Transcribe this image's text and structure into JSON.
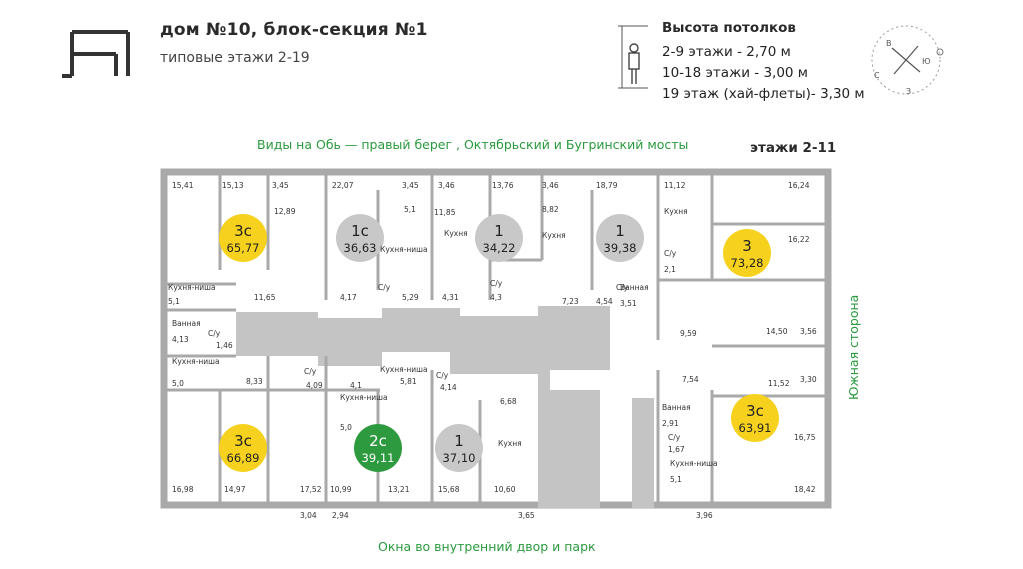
{
  "header": {
    "title": "дом №10, блок-секция №1",
    "subtitle": "типовые этажи 2-19"
  },
  "ceiling": {
    "title": "Высота потолков",
    "lines": [
      "2-9 этажи - 2,70 м",
      "10-18 этажи - 3,00 м",
      "19 этаж (хай-флеты)- 3,30 м"
    ]
  },
  "compass": {
    "n": "С",
    "s": "Ю",
    "e": "В",
    "w": "З"
  },
  "views": {
    "top": "Виды на Обь — правый берег , Октябрьский  и Бугринский мосты",
    "bottom": "Окна во внутренний двор и парк",
    "side": "Южная сторона"
  },
  "floors_label": "этажи 2-11",
  "colors": {
    "yellow": "#f6d21e",
    "gray": "#c8c8c8",
    "green": "#2e9a3f",
    "wall": "#a9a9a9",
    "corridor": "#c4c4c4"
  },
  "apartments": [
    {
      "type": "3с",
      "area": "65,77",
      "color": "yellow"
    },
    {
      "type": "1с",
      "area": "36,63",
      "color": "gray"
    },
    {
      "type": "1",
      "area": "34,22",
      "color": "gray"
    },
    {
      "type": "1",
      "area": "39,38",
      "color": "gray"
    },
    {
      "type": "3",
      "area": "73,28",
      "color": "yellow"
    },
    {
      "type": "3с",
      "area": "66,89",
      "color": "yellow"
    },
    {
      "type": "2с",
      "area": "39,11",
      "color": "green"
    },
    {
      "type": "1",
      "area": "37,10",
      "color": "gray"
    },
    {
      "type": "3с",
      "area": "63,91",
      "color": "yellow"
    }
  ],
  "room_labels": [
    "15,41",
    "15,13",
    "3,45",
    "12,89",
    "22,07",
    "3,45",
    "5,1",
    "3,46",
    "11,85",
    "13,76",
    "3,46",
    "18,79",
    "8,82",
    "11,12",
    "16,24",
    "Кухня",
    "Кухня",
    "Кухня",
    "Кухня-ниша",
    "16,22",
    "Кухня-ниша",
    "5,1",
    "11,65",
    "4,17",
    "С/у",
    "5,29",
    "4,31",
    "С/у",
    "4,3",
    "7,23",
    "4,54",
    "С/у",
    "С/у",
    "2,1",
    "Ванная",
    "3,51",
    "Ванная",
    "4,13",
    "С/у",
    "1,46",
    "9,59",
    "14,50",
    "3,56",
    "Кухня-ниша",
    "5,0",
    "8,33",
    "С/у",
    "4,09",
    "Кухня-ниша",
    "4,1",
    "5,81",
    "С/у",
    "4,14",
    "7,54",
    "11,52",
    "3,30",
    "6,68",
    "Кухня-ниша",
    "5,0",
    "Ванная",
    "2,91",
    "С/у",
    "1,67",
    "Кухня",
    "Кухня-ниша",
    "5,1",
    "16,75",
    "16,98",
    "14,97",
    "17,52",
    "10,99",
    "13,21",
    "15,68",
    "10,60",
    "18,42",
    "3,04",
    "2,94",
    "3,65",
    "3,96"
  ]
}
